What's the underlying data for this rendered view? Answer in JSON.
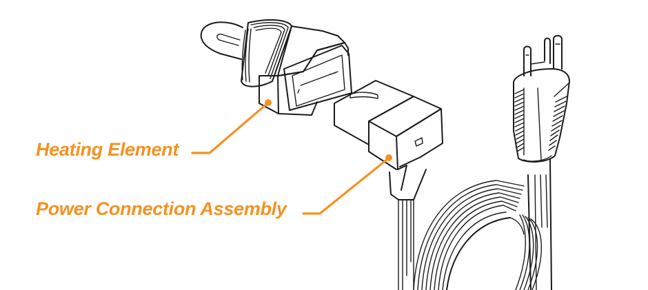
{
  "diagram": {
    "background": "#ffffff",
    "line_color": "#1a1a1a",
    "accent_color": "#f39223",
    "parts": [
      {
        "id": "heating-element",
        "label": "Heating Element"
      },
      {
        "id": "power-connection-assembly",
        "label": "Power Connection Assembly"
      }
    ],
    "components_drawn": [
      "heating-element-threaded-connector",
      "right-angle-cord-connector",
      "coiled-flat-cord",
      "three-prong-plug"
    ]
  }
}
